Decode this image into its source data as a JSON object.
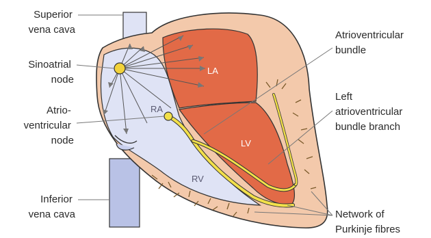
{
  "labels": {
    "superior_vena_cava": [
      "Superior",
      "vena cava"
    ],
    "sinoatrial_node": [
      "Sinoatrial",
      "node"
    ],
    "av_node": [
      "Atrio-",
      "ventricular",
      "node"
    ],
    "inferior_vena_cava": [
      "Inferior",
      "vena cava"
    ],
    "av_bundle": [
      "Atrioventricular",
      "bundle"
    ],
    "left_bundle_branch": [
      "Left",
      "atrioventricular",
      "bundle branch"
    ],
    "purkinje": [
      "Network of",
      "Purkinje fibres"
    ]
  },
  "chambers": {
    "la": "LA",
    "ra": "RA",
    "lv": "LV",
    "rv": "RV"
  },
  "colors": {
    "left_heart": "#e26a47",
    "right_heart": "#dfe3f5",
    "wall": "#f3c9ab",
    "outline": "#333333",
    "conduction": "#f2e04a",
    "vessel": "#b9c2e6"
  }
}
